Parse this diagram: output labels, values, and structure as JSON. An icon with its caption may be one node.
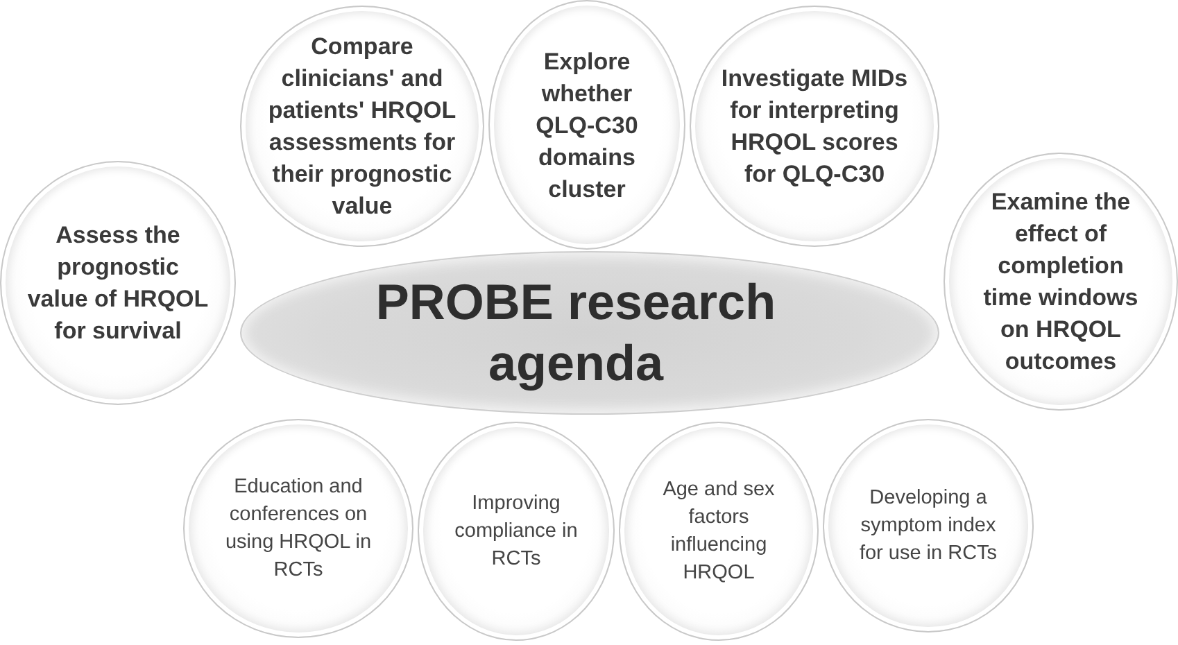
{
  "diagram": {
    "nodes": [
      {
        "text": [
          "Assess the prognostic value of HRQOL for survival"
        ]
      },
      {
        "text": [
          "Compare clinicians' and patients' HRQOL assessments for their prognostic value"
        ]
      },
      {
        "text": [
          "Explore whether QLQ-C30 domains cluster"
        ]
      },
      {
        "text": [
          "Investigate MIDs for interpreting HRQOL scores for QLQ-C30"
        ]
      },
      {
        "text": [
          "Examine the effect of completion time windows on HRQOL outcomes"
        ]
      },
      {
        "text": [
          "PROBE research agenda"
        ]
      },
      {
        "text": [
          "Education and conferences on using HRQOL in RCTs"
        ]
      },
      {
        "text": [
          "Improving compliance in RCTs"
        ]
      },
      {
        "text": [
          "Age and sex factors influencing HRQOL"
        ]
      },
      {
        "text": [
          "Developing a symptom index for use in RCTs"
        ]
      }
    ]
  }
}
